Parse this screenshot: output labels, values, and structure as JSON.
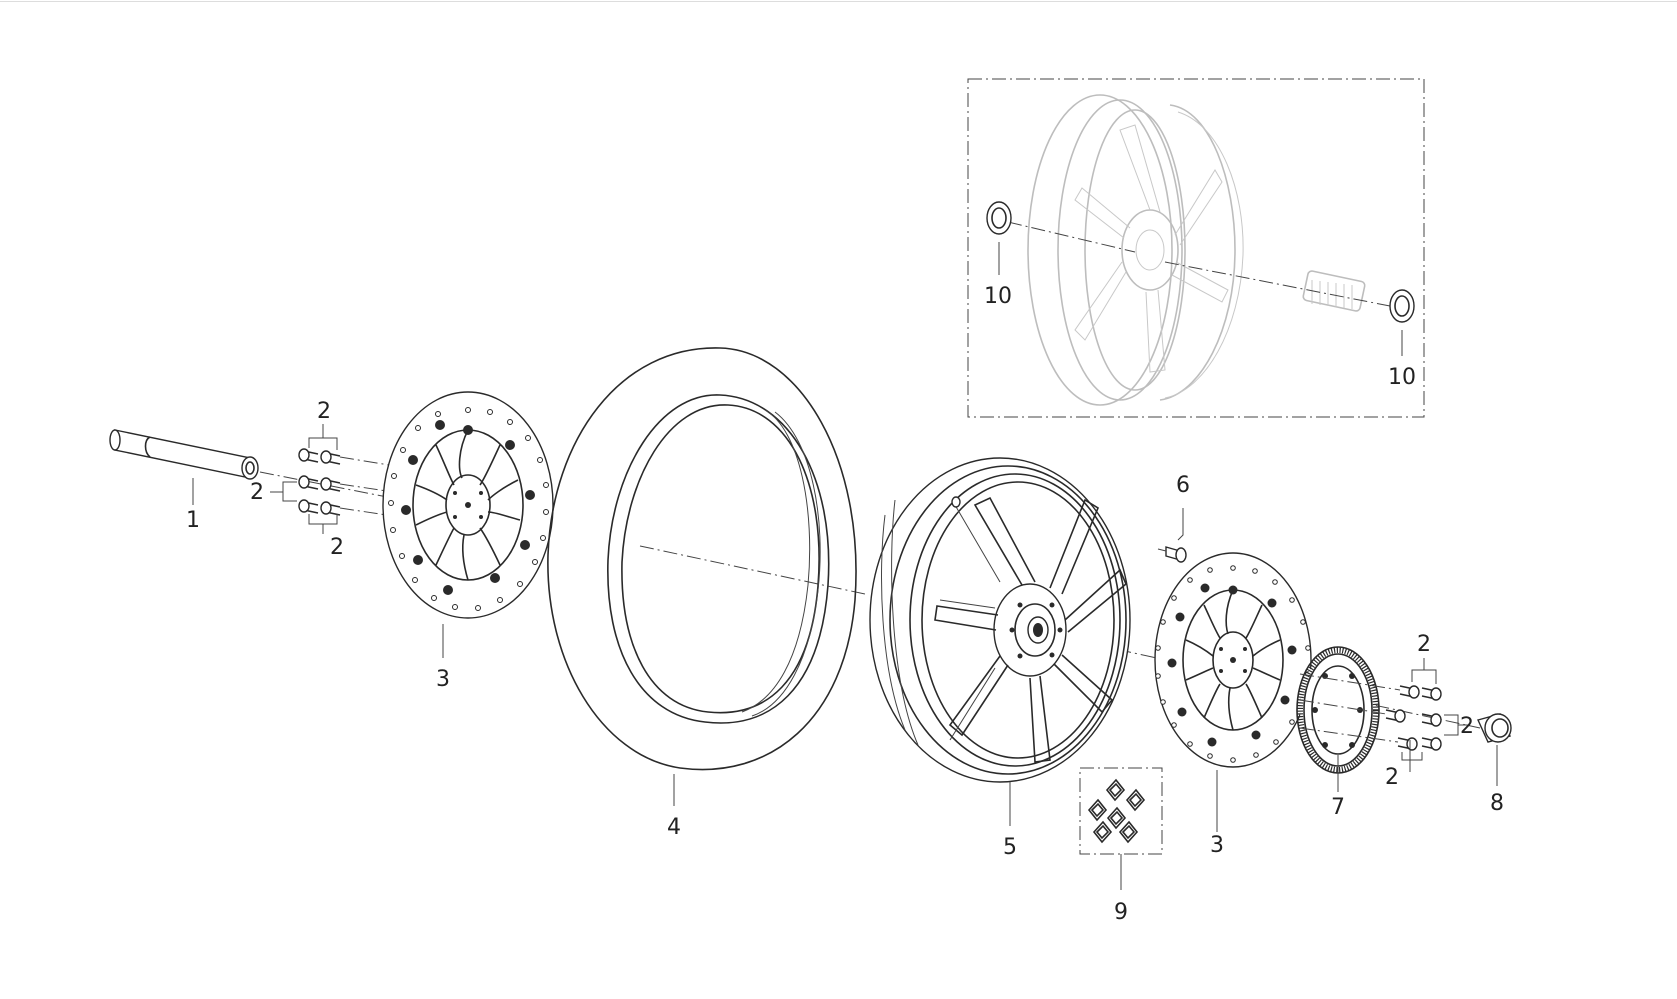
{
  "diagram": {
    "callouts": [
      {
        "id": "c1",
        "text": "1"
      },
      {
        "id": "c2a",
        "text": "2"
      },
      {
        "id": "c2b",
        "text": "2"
      },
      {
        "id": "c2c",
        "text": "2"
      },
      {
        "id": "c3a",
        "text": "3"
      },
      {
        "id": "c4",
        "text": "4"
      },
      {
        "id": "c5",
        "text": "5"
      },
      {
        "id": "c6",
        "text": "6"
      },
      {
        "id": "c2d",
        "text": "2"
      },
      {
        "id": "c2e",
        "text": "2"
      },
      {
        "id": "c2f",
        "text": "2"
      },
      {
        "id": "c3b",
        "text": "3"
      },
      {
        "id": "c7",
        "text": "7"
      },
      {
        "id": "c8",
        "text": "8"
      },
      {
        "id": "c9",
        "text": "9"
      },
      {
        "id": "c10a",
        "text": "10"
      },
      {
        "id": "c10b",
        "text": "10"
      }
    ]
  }
}
